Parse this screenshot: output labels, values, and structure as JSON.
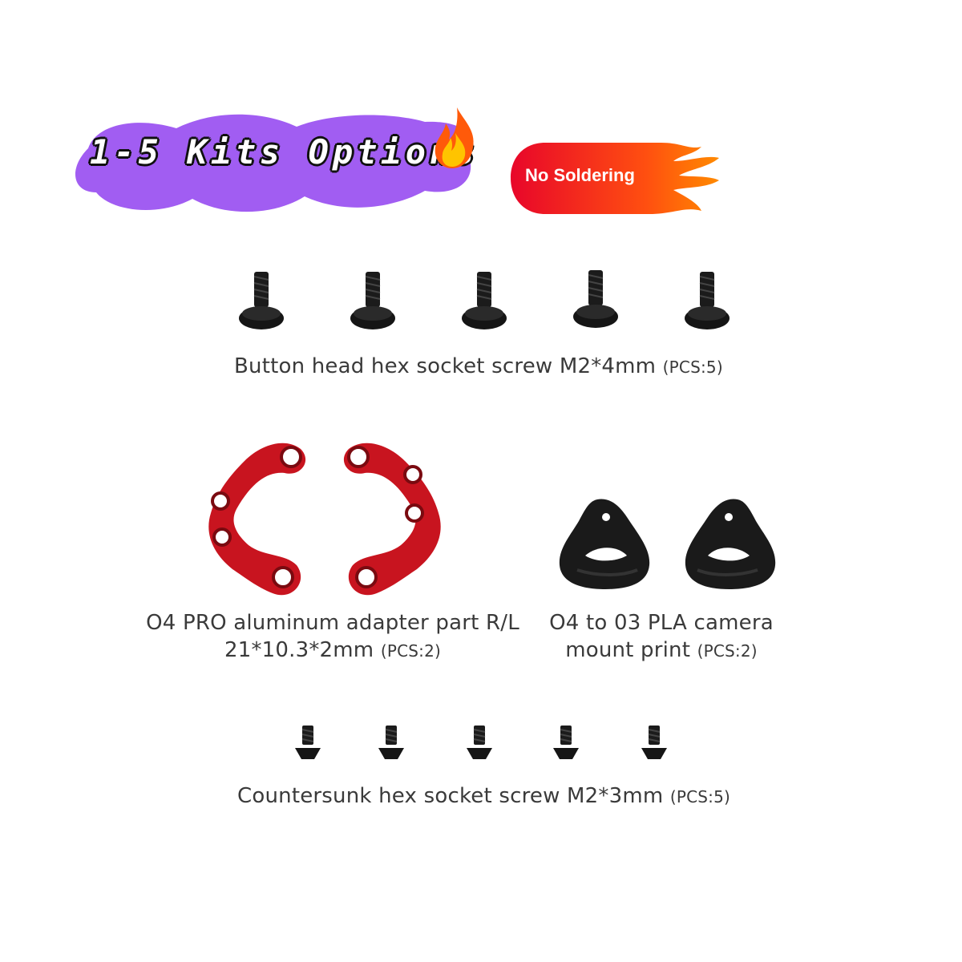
{
  "banner": {
    "title": "1-5 Kits Options",
    "icon": "fire-icon",
    "color": "#a15df2"
  },
  "badge": {
    "label": "No Soldering",
    "icon": "flame-badge-icon",
    "colors": [
      "#e8062a",
      "#ff8a00"
    ]
  },
  "parts": [
    {
      "name": "Button head hex socket screw  M2*4mm",
      "pcs": "(PCS:5)",
      "count": 5
    },
    {
      "line1": "O4 PRO aluminum adapter part R/L",
      "line2": "21*10.3*2mm",
      "pcs": "(PCS:2)",
      "color": "#c8141f"
    },
    {
      "line1": "O4 to 03 PLA camera",
      "line2": "mount print",
      "pcs": "(PCS:2)"
    },
    {
      "name": "Countersunk hex socket screw M2*3mm",
      "pcs": "(PCS:5)",
      "count": 5
    }
  ]
}
